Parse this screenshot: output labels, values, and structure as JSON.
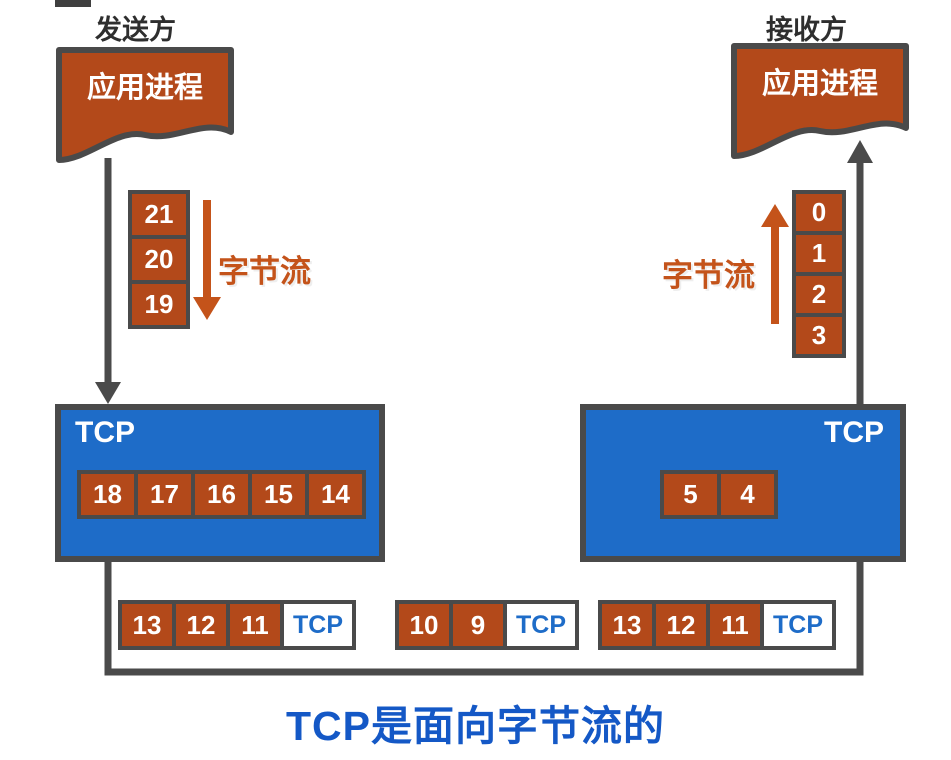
{
  "title": "TCP是面向字节流的",
  "sender": {
    "label": "发送方",
    "app_process": "应用进程",
    "stream_label": "字节流",
    "bytes": [
      "21",
      "20",
      "19"
    ],
    "tcp_label": "TCP",
    "buffer": [
      "18",
      "17",
      "16",
      "15",
      "14"
    ]
  },
  "receiver": {
    "label": "接收方",
    "app_process": "应用进程",
    "stream_label": "字节流",
    "bytes": [
      "0",
      "1",
      "2",
      "3"
    ],
    "tcp_label": "TCP",
    "buffer": [
      "5",
      "4"
    ]
  },
  "segments": [
    {
      "bytes": [
        "13",
        "12",
        "11"
      ],
      "header": "TCP"
    },
    {
      "bytes": [
        "10",
        "9"
      ],
      "header": "TCP"
    },
    {
      "bytes": [
        "13",
        "12",
        "11"
      ],
      "header": "TCP"
    }
  ],
  "colors": {
    "byte_orange": "#b3491a",
    "tcp_blue": "#1e6cc8",
    "line_gray": "#4a4a4a",
    "stream_orange": "#c4531a",
    "title_blue": "#1458c6"
  }
}
